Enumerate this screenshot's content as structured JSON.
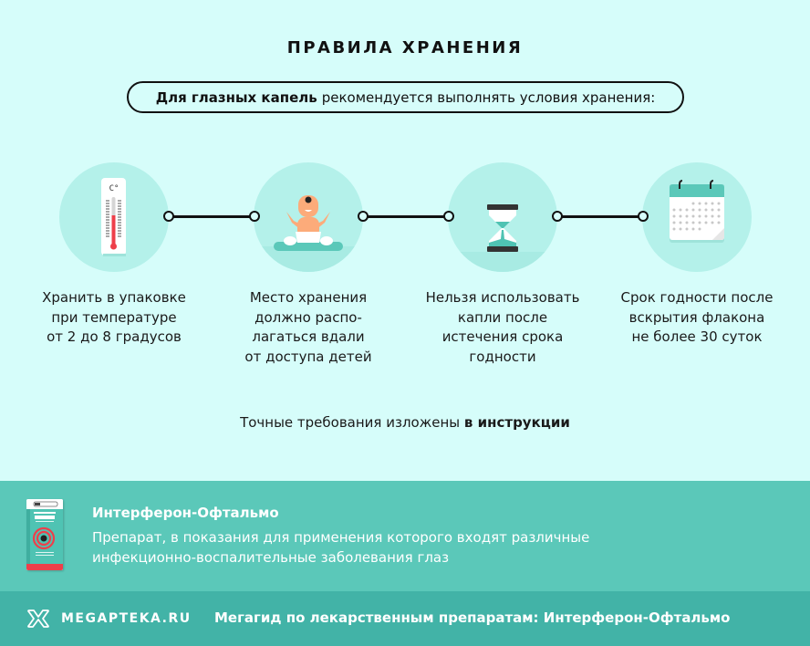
{
  "header": {
    "title": "ПРАВИЛА ХРАНЕНИЯ",
    "intro_bold": "Для глазных капель",
    "intro_rest": "рекомендуется выполнять условия хранения:"
  },
  "steps": [
    {
      "icon": "thermometer-icon",
      "caption": "Хранить в упаковке при температуре от 2 до 8 градусов",
      "lines": [
        "Хранить в упаковке",
        "при температуре",
        "от 2 до 8 градусов"
      ]
    },
    {
      "icon": "baby-icon",
      "caption": "Место хранения должно распо-лагаться вдали от доступа детей",
      "lines": [
        "Место хранения",
        "должно распо-",
        "лагаться вдали",
        "от доступа детей"
      ]
    },
    {
      "icon": "hourglass-icon",
      "caption": "Нельзя использовать капли после истечения срока годности",
      "lines": [
        "Нельзя использовать",
        "капли после",
        "истечения срока",
        "годности"
      ]
    },
    {
      "icon": "calendar-icon",
      "caption": "Срок годности после вскрытия флакона не более 30 суток",
      "lines": [
        "Срок годности после",
        "вскрытия флакона",
        "не более 30 суток"
      ]
    }
  ],
  "thermometer_unit": "C°",
  "note": {
    "text": "Точные требования изложены",
    "bold": "в инструкции"
  },
  "product": {
    "name": "Интерферон-Офтальмо",
    "description_lines": [
      "Препарат, в показания для применения которого входят различные",
      "инфекционно-воспалительные заболевания глаз"
    ]
  },
  "footer": {
    "brand": "MEGAPTEKA.RU",
    "guide": "Мегагид по лекарственным препаратам: Интерферон-Офтальмо"
  },
  "colors": {
    "background": "#d6fdfa",
    "circle": "#b4f1ea",
    "teal_band": "#5bc8b9",
    "footer": "#42b3a7",
    "accent_teal": "#4fc3b3",
    "red": "#ee3f4a"
  }
}
